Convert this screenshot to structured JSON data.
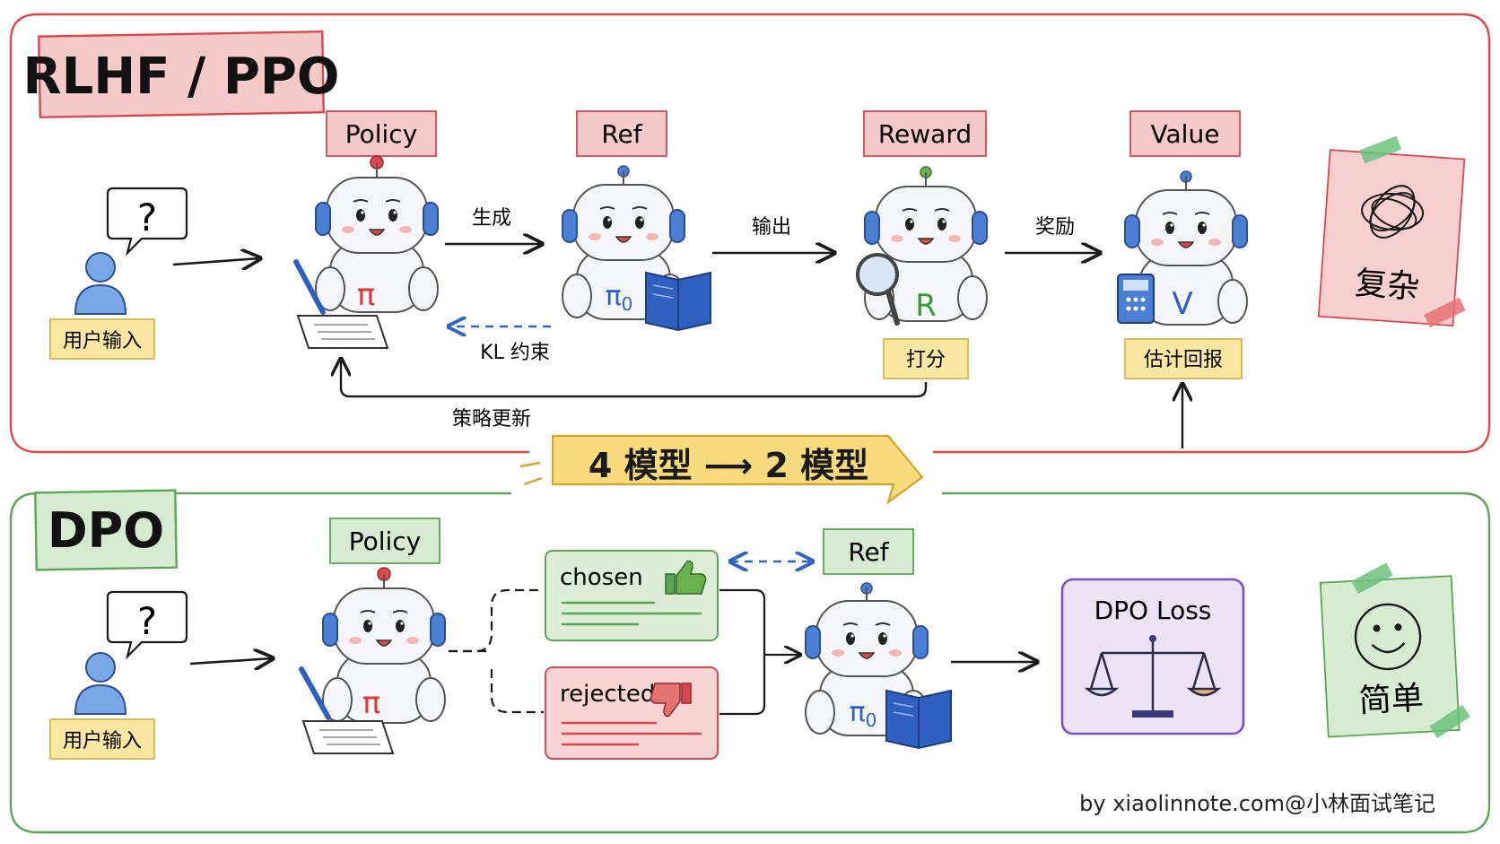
{
  "rlhf": {
    "title": "RLHF / PPO",
    "user_input": "用户输入",
    "question": "?",
    "policy_label": "Policy",
    "ref_label": "Ref",
    "reward_label": "Reward",
    "value_label": "Value",
    "policy_symbol": "π",
    "ref_symbol": "π",
    "ref_subscript": "0",
    "reward_symbol": "R",
    "value_symbol": "V",
    "edge_generate": "生成",
    "edge_output": "输出",
    "edge_reward": "奖励",
    "edge_kl": "KL 约束",
    "edge_update": "策略更新",
    "score_tag": "打分",
    "estimate_tag": "估计回报",
    "note": "复杂"
  },
  "banner": {
    "text": "4 模型 ⟶ 2 模型"
  },
  "dpo": {
    "title": "DPO",
    "user_input": "用户输入",
    "question": "?",
    "policy_label": "Policy",
    "ref_label": "Ref",
    "policy_symbol": "π",
    "ref_symbol": "π",
    "ref_subscript": "0",
    "chosen": "chosen",
    "rejected": "rejected",
    "loss_label": "DPO Loss",
    "note": "简单"
  },
  "credit": "by xiaolinnote.com@小林面试笔记",
  "colors": {
    "red_border": "#e0474c",
    "red_fill": "#f7d3d3",
    "green_border": "#5aa654",
    "green_fill": "#dcefd6",
    "yellow_fill": "#fbe7a1",
    "banner_fill": "#f9da7c",
    "purple_fill": "#ece3f7",
    "purple_border": "#7a4fbf",
    "blue": "#3f6fd1",
    "robot_blue": "#4a7fd4"
  }
}
